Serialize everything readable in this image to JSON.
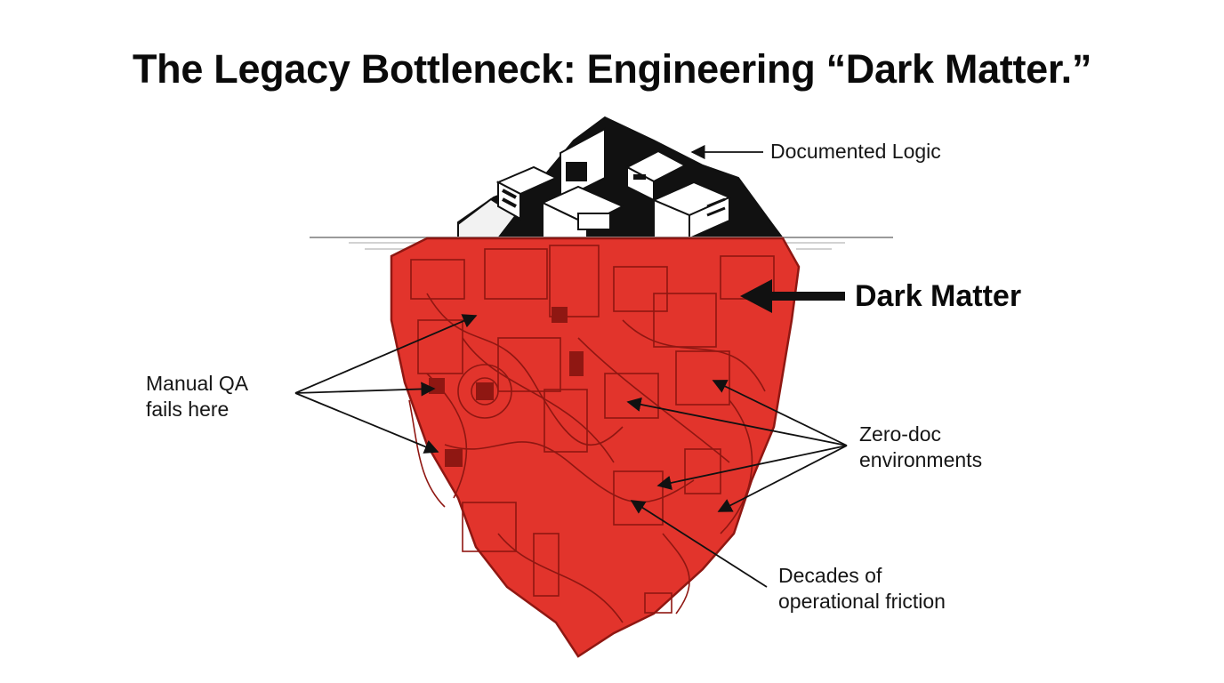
{
  "title": "The Legacy Bottleneck: Engineering “Dark Matter.”",
  "labels": {
    "documented_logic": "Documented Logic",
    "dark_matter": "Dark Matter",
    "manual_qa_line1": "Manual QA",
    "manual_qa_line2": "fails here",
    "zero_doc_line1": "Zero-doc",
    "zero_doc_line2": "environments",
    "decades_line1": "Decades of",
    "decades_line2": "operational friction"
  },
  "colors": {
    "above_water": "#111111",
    "below_water": "#e2342c",
    "below_water_stroke": "#8f1712",
    "waterline": "#9a9a9a",
    "arrow": "#111111"
  }
}
